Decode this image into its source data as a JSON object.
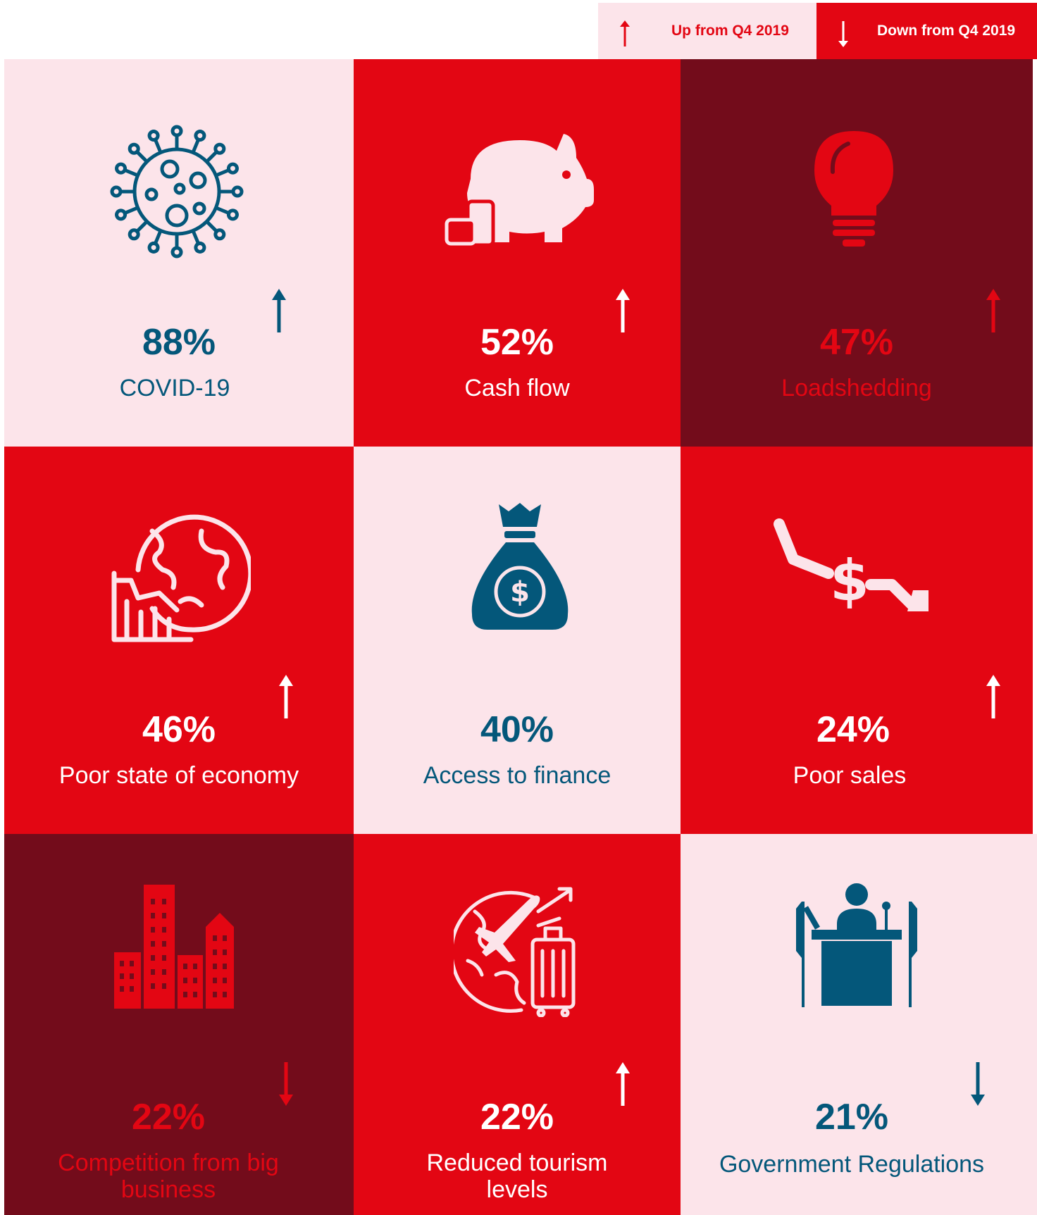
{
  "legend": {
    "up_label": "Up from Q4 2019",
    "down_label": "Down from Q4 2019"
  },
  "colors": {
    "pink": "#fce4ea",
    "red": "#e30613",
    "maroon": "#730c1b",
    "blue": "#04577a",
    "white": "#ffffff"
  },
  "tiles": [
    {
      "percent": "88%",
      "label": "COVID-19",
      "trend": "up",
      "icon": "virus-icon"
    },
    {
      "percent": "52%",
      "label": "Cash flow",
      "trend": "up",
      "icon": "piggy-bank-icon"
    },
    {
      "percent": "47%",
      "label": "Loadshedding",
      "trend": "up",
      "icon": "light-bulb-icon"
    },
    {
      "percent": "46%",
      "label": "Poor state of economy",
      "trend": "up",
      "icon": "global-economy-icon"
    },
    {
      "percent": "40%",
      "label": "Access to finance",
      "trend": "none",
      "icon": "money-bag-icon"
    },
    {
      "percent": "24%",
      "label": "Poor sales",
      "trend": "up",
      "icon": "falling-dollar-icon"
    },
    {
      "percent": "22%",
      "label": "Competition from big business",
      "trend": "down",
      "icon": "city-buildings-icon"
    },
    {
      "percent": "22%",
      "label": "Reduced tourism levels",
      "trend": "up",
      "icon": "travel-globe-icon"
    },
    {
      "percent": "21%",
      "label": "Government Regulations",
      "trend": "down",
      "icon": "podium-speaker-icon"
    }
  ]
}
